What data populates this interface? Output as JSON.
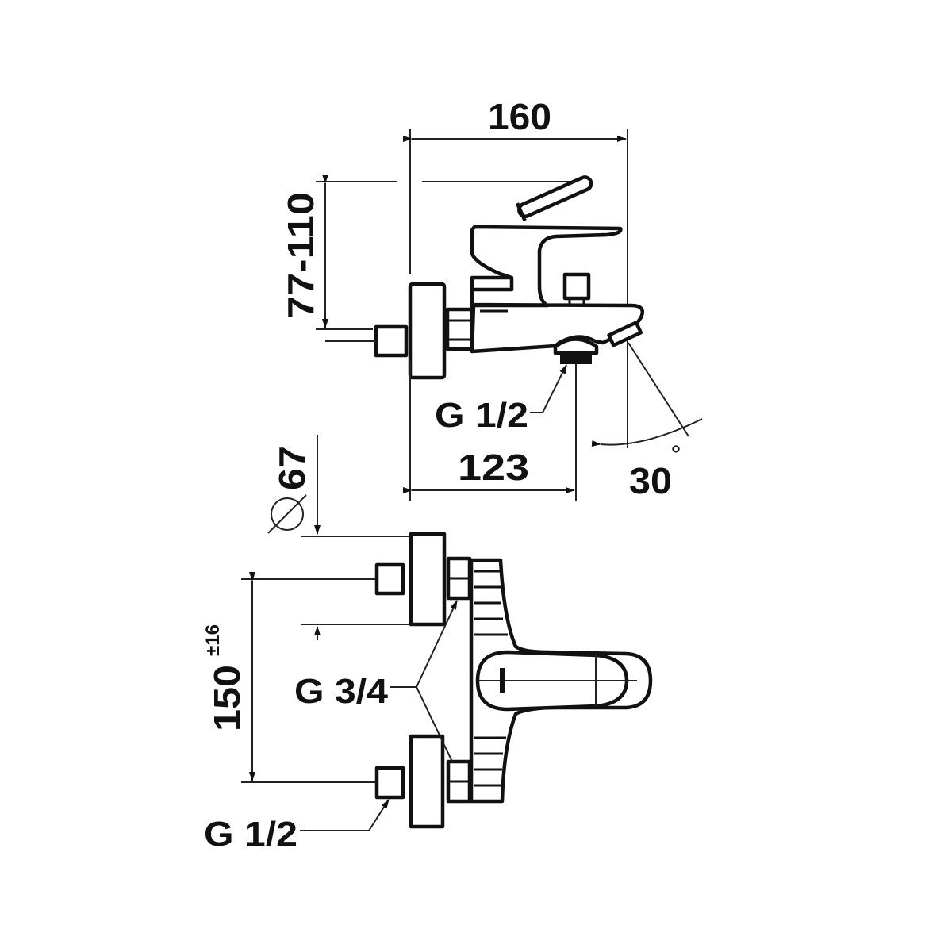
{
  "drawing": {
    "side_view": {
      "width_dim": "160",
      "height_dim": "77-110",
      "outlet_thread": "G 1/2",
      "spout_dim": "123",
      "angle_dim": "30",
      "angle_unit": "°"
    },
    "top_view": {
      "diameter_dim": "67",
      "centers_dim": "150",
      "centers_tolerance": "±16",
      "inlet_thread": "G 3/4",
      "connection_thread": "G 1/2"
    }
  }
}
